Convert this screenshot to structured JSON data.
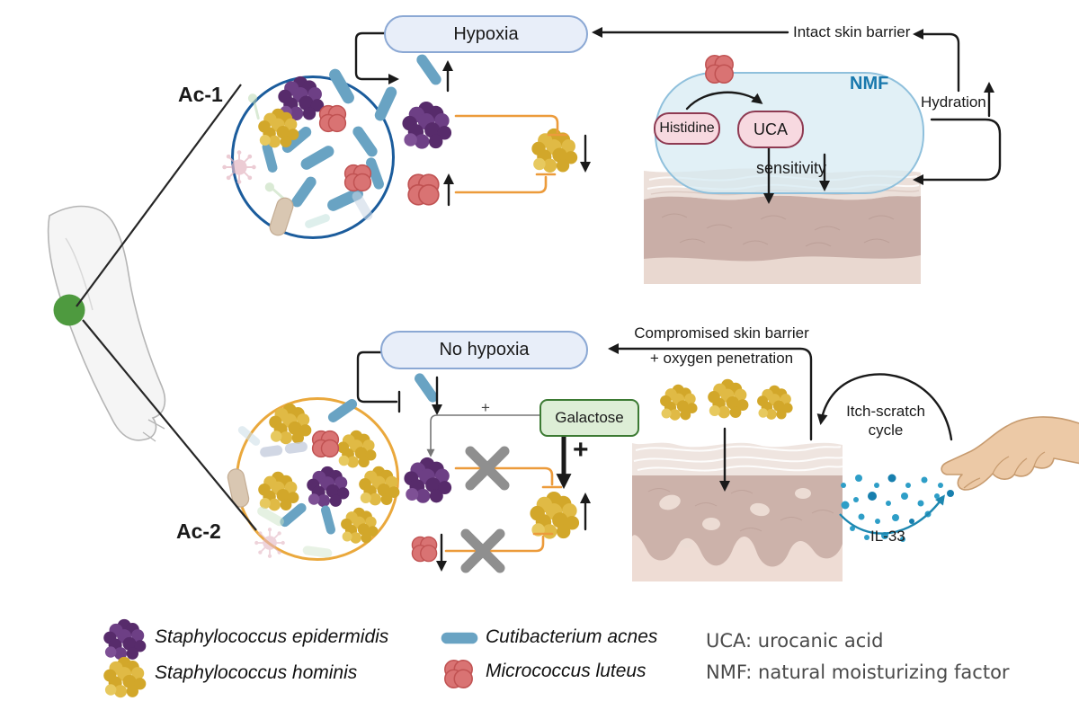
{
  "labels": {
    "hypoxia": "Hypoxia",
    "no_hypoxia": "No hypoxia",
    "intact_skin_barrier": "Intact skin barrier",
    "hydration": "Hydration",
    "nmf": "NMF",
    "histidine": "Histidine",
    "uca": "UCA",
    "sensitivity": "sensitivity",
    "compromised_line1": "Compromised skin barrier",
    "compromised_line2": "+ oxygen penetration",
    "itch_line1": "Itch-scratch",
    "itch_line2": "cycle",
    "il33": "IL-33",
    "galactose": "Galactose",
    "ac1": "Ac-1",
    "ac2": "Ac-2",
    "plus_small": "+",
    "plus_bold": "+"
  },
  "legend": {
    "items": [
      {
        "icon": "staph-cluster-purple",
        "label": "Staphylococcus epidermidis"
      },
      {
        "icon": "staph-cluster-yellow",
        "label": "Staphylococcus hominis"
      },
      {
        "icon": "rod-blue",
        "label": "Cutibacterium acnes"
      },
      {
        "icon": "tetrad-red",
        "label": "Micrococcus luteus"
      }
    ],
    "abbreviations": [
      "UCA: urocanic acid",
      "NMF: natural moisturizing factor"
    ]
  },
  "colors": {
    "ac1_circle_border": "#1b5c9c",
    "ac2_circle_border": "#eaa83c",
    "s_epidermidis_purple": "#572b6b",
    "s_hominis_yellow": "#d2a72a",
    "c_acnes_blue": "#69a3c3",
    "m_luteus_red": "#d97373",
    "inhibition_orange": "#ec9b3b",
    "hypoxia_pill_fill": "#e8eef9",
    "hypoxia_pill_border": "#8ba8d4",
    "nmf_bubble_fill": "#d5eaf3",
    "nmf_text": "#1878ad",
    "histidine_fill": "#f7d9e0",
    "histidine_border": "#8e3a52",
    "galactose_fill": "#ddeed6",
    "galactose_border": "#3c7a33",
    "sample_site_green": "#4e9a3f",
    "il33_teal": "#2e9ec7",
    "x_mark_gray": "#8f8f8f"
  }
}
